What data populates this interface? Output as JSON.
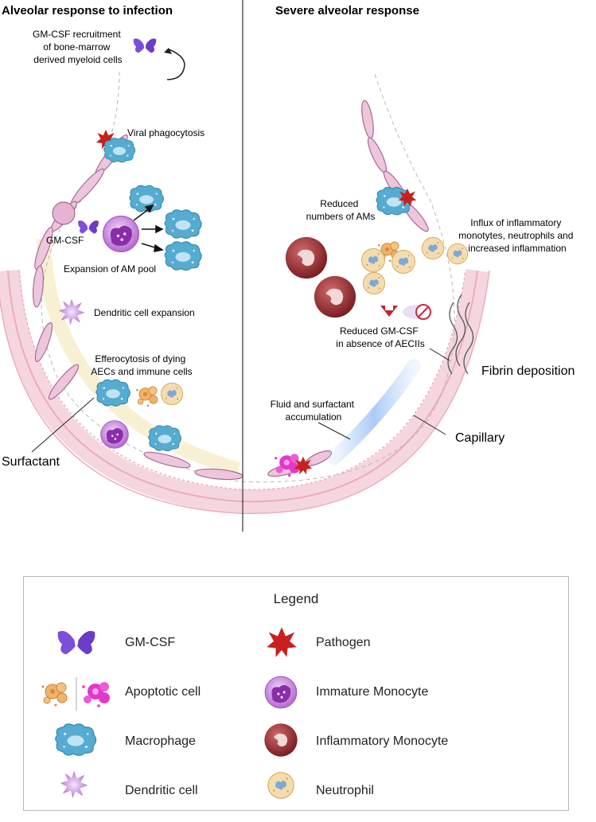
{
  "panels": {
    "left_title": "Alveolar response to infection",
    "right_title": "Severe alveolar response"
  },
  "left_labels": {
    "gmcsf_recruitment": [
      "GM-CSF recruitment",
      "of bone-marrow",
      "derived myeloid cells"
    ],
    "viral_phagocytosis": "Viral phagocytosis",
    "gmcsf": "GM-CSF",
    "expansion": "Expansion of AM pool",
    "dendritic_expansion": "Dendritic cell expansion",
    "efferocytosis": [
      "Efferocytosis of dying",
      "AECs and immune cells"
    ],
    "surfactant": "Surfactant"
  },
  "right_labels": {
    "reduced_ams": [
      "Reduced",
      "numbers of AMs"
    ],
    "influx": [
      "Influx of inflammatory",
      "monotytes, neutrophils and",
      "increased inflammation"
    ],
    "reduced_gmcsf": [
      "Reduced GM-CSF",
      "in absence of AECIIs"
    ],
    "fibrin": "Fibrin deposition",
    "fluid": [
      "Fluid and surfactant",
      "accumulation"
    ],
    "capillary": "Capillary"
  },
  "legend": {
    "title": "Legend",
    "items_left": [
      "GM-CSF",
      "Apoptotic cell",
      "Macrophage",
      "Dendritic cell"
    ],
    "items_right": [
      "Pathogen",
      "Immature Monocyte",
      "Inflammatory Monocyte",
      "Neutrophil"
    ]
  },
  "colors": {
    "gmcsf": "#7b4fd6",
    "macrophage": "#4aa3c8",
    "pathogen": "#c8201e",
    "monocyte": "#c27ad8",
    "inflammatory": "#8e2a2a",
    "neutrophil": "#f2d9a8",
    "capillary": "#f0c5cf",
    "fluid": "#a8c8f2"
  }
}
